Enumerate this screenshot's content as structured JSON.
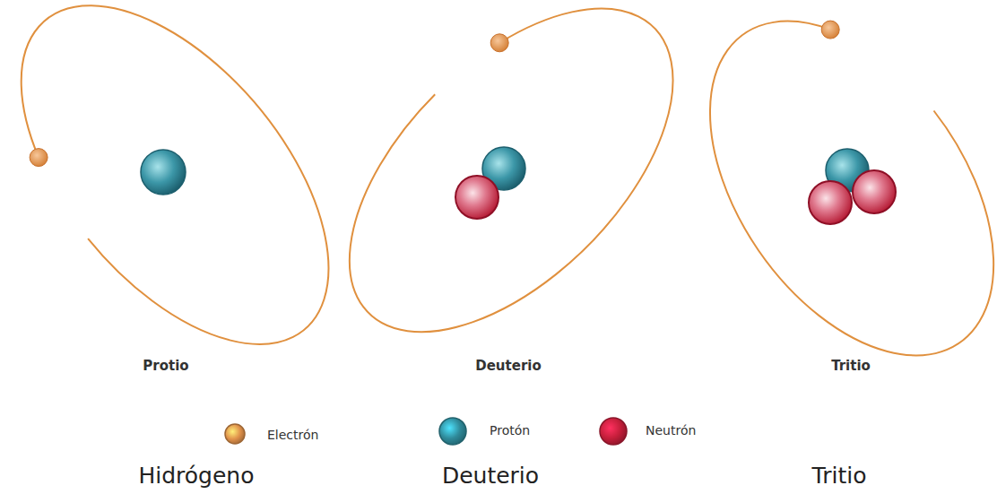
{
  "diagram": {
    "labels": [
      "Protio",
      "Deuterio",
      "Tritio",
      "Hidrógeno",
      "Deuterio",
      "Tritio"
    ],
    "legend": [
      {
        "text": "Electrón",
        "color": "#e0914a"
      },
      {
        "text": "Protón",
        "color": "#2f8a9a"
      },
      {
        "text": "Neutrón",
        "color": "#c41e3a"
      }
    ]
  }
}
